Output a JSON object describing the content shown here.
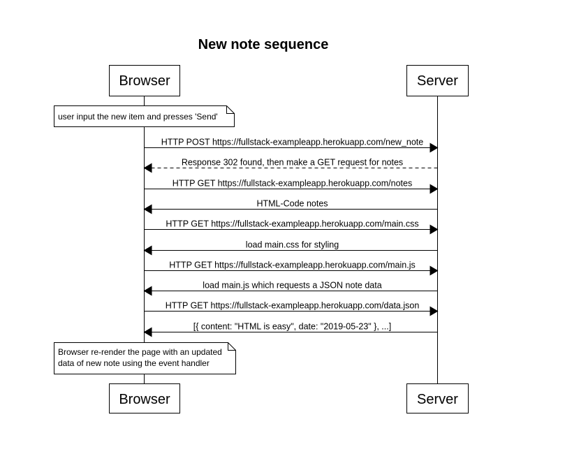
{
  "diagram": {
    "title": "New note sequence",
    "actors": [
      {
        "id": "browser",
        "label": "Browser"
      },
      {
        "id": "server",
        "label": "Server"
      }
    ],
    "notes": [
      {
        "text": [
          "user input the new item and presses 'Send'"
        ]
      },
      {
        "text": [
          "Browser re-render the page with an updated",
          "data of new note using the event handler"
        ]
      }
    ],
    "messages": [
      {
        "from": "browser",
        "to": "server",
        "style": "solid",
        "label": "HTTP POST https://fullstack-exampleapp.herokuapp.com/new_note"
      },
      {
        "from": "server",
        "to": "browser",
        "style": "dashed",
        "label": "Response 302 found, then make a GET request for notes"
      },
      {
        "from": "browser",
        "to": "server",
        "style": "solid",
        "label": "HTTP GET https://fullstack-exampleapp.herokuapp.com/notes"
      },
      {
        "from": "server",
        "to": "browser",
        "style": "solid",
        "label": "HTML-Code notes"
      },
      {
        "from": "browser",
        "to": "server",
        "style": "solid",
        "label": "HTTP GET https://fullstack-exampleapp.herokuapp.com/main.css"
      },
      {
        "from": "server",
        "to": "browser",
        "style": "solid",
        "label": "load main.css for styling"
      },
      {
        "from": "browser",
        "to": "server",
        "style": "solid",
        "label": "HTTP GET https://fullstack-exampleapp.herokuapp.com/main.js"
      },
      {
        "from": "server",
        "to": "browser",
        "style": "solid",
        "label": "load main.js which requests a JSON note data"
      },
      {
        "from": "browser",
        "to": "server",
        "style": "solid",
        "label": "HTTP GET https://fullstack-exampleapp.herokuapp.com/data.json"
      },
      {
        "from": "server",
        "to": "browser",
        "style": "solid",
        "label": "[{ content: \"HTML is easy\", date: \"2019-05-23\" }, ...]"
      }
    ]
  }
}
